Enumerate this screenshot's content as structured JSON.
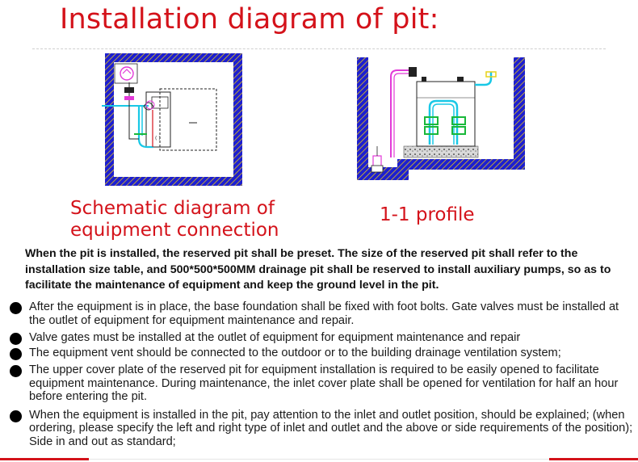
{
  "title": "Installation diagram of pit:",
  "left_figure": {
    "caption_line1": "Schematic diagram of",
    "caption_line2": "equipment connection"
  },
  "right_figure": {
    "caption": "1-1 profile"
  },
  "intro_text": "When the pit is installed, the reserved pit shall be preset. The size of the reserved pit shall refer to the installation size table, and 500*500*500MM drainage pit shall be reserved to install auxiliary pumps, so as to facilitate the maintenance of equipment and keep the ground level in the pit.",
  "bullets": [
    "After the equipment is in place, the base foundation shall be fixed with foot bolts. Gate valves must be installed at the outlet of equipment for equipment maintenance and repair.",
    "Valve gates must be installed at the outlet of equipment for equipment maintenance and repair",
    "The equipment vent should be connected to the outdoor or to the building drainage ventilation system;",
    "The upper cover plate of the reserved pit for equipment installation is required to be easily opened to facilitate equipment maintenance. During maintenance, the inlet cover plate shall be opened for ventilation for half an hour before entering the pit.",
    "When the equipment is installed in the pit, pay attention to the inlet and outlet position, should be explained; (when ordering, please specify the left and right type of inlet and outlet and the above or side requirements of the position); Side in and out as standard;"
  ],
  "colors": {
    "accent_red": "#d4121a",
    "wall_blue": "#1d1fd0",
    "pipe_cyan": "#19c8e6",
    "pipe_magenta": "#e23ad8",
    "valve_green": "#19b83a"
  }
}
